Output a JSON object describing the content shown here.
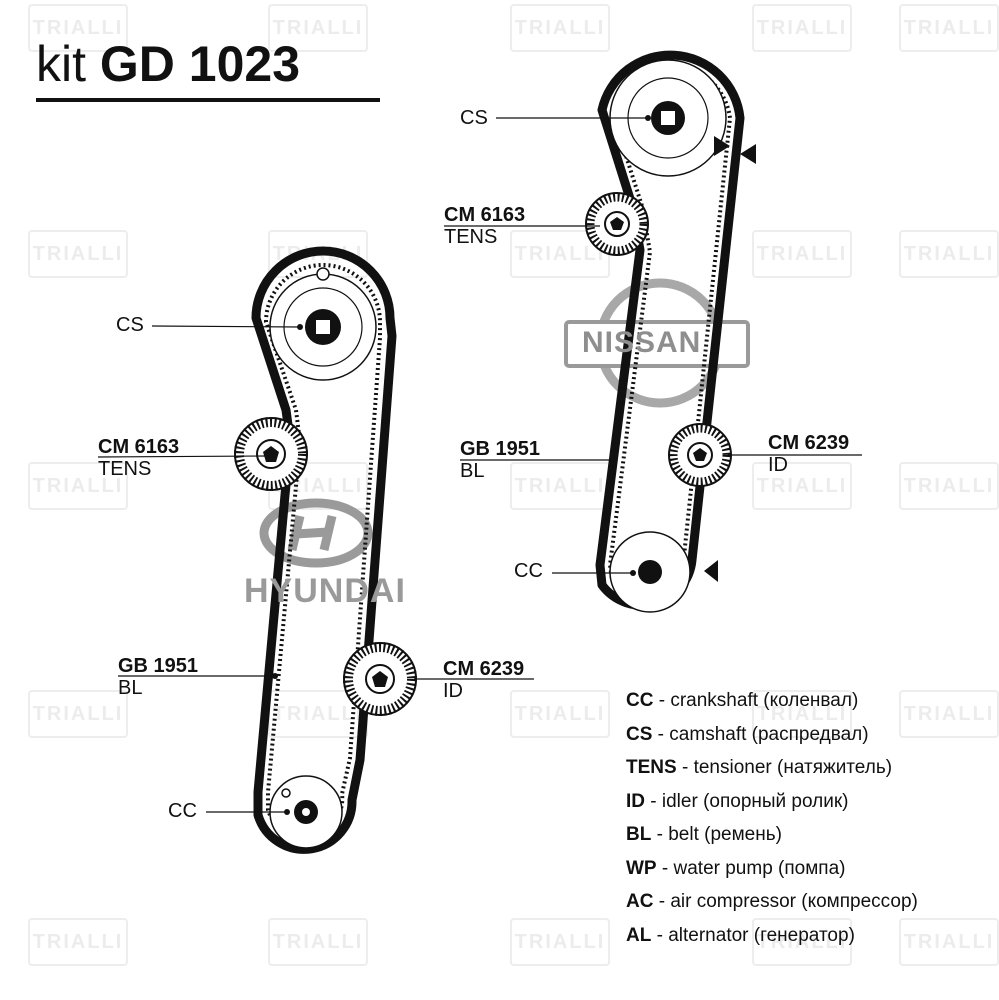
{
  "title": {
    "prefix": "kit",
    "code": "GD 1023"
  },
  "logos": {
    "hyundai": "HYUNDAI",
    "nissan": "NISSAN",
    "watermark": "TRIALLI"
  },
  "left_diagram": {
    "cs": "CS",
    "tens": {
      "code": "CM 6163",
      "kind": "TENS"
    },
    "belt": {
      "code": "GB 1951",
      "kind": "BL"
    },
    "idler": {
      "code": "CM 6239",
      "kind": "ID"
    },
    "cc": "CC"
  },
  "right_diagram": {
    "cs": "CS",
    "tens": {
      "code": "CM 6163",
      "kind": "TENS"
    },
    "belt": {
      "code": "GB 1951",
      "kind": "BL"
    },
    "idler": {
      "code": "CM 6239",
      "kind": "ID"
    },
    "cc": "CC"
  },
  "legend": [
    {
      "abbr": "CC",
      "text": "crankshaft (коленвал)"
    },
    {
      "abbr": "CS",
      "text": "camshaft (распредвал)"
    },
    {
      "abbr": "TENS",
      "text": "tensioner (натяжитель)"
    },
    {
      "abbr": "ID",
      "text": "idler (опорный ролик)"
    },
    {
      "abbr": "BL",
      "text": "belt (ремень)"
    },
    {
      "abbr": "WP",
      "text": "water pump (помпа)"
    },
    {
      "abbr": "AC",
      "text": "air compressor (компрессор)"
    },
    {
      "abbr": "AL",
      "text": "alternator (генератор)"
    }
  ],
  "colors": {
    "ink": "#111111",
    "logo": "#9a9a9a",
    "watermark": "#ececec"
  }
}
